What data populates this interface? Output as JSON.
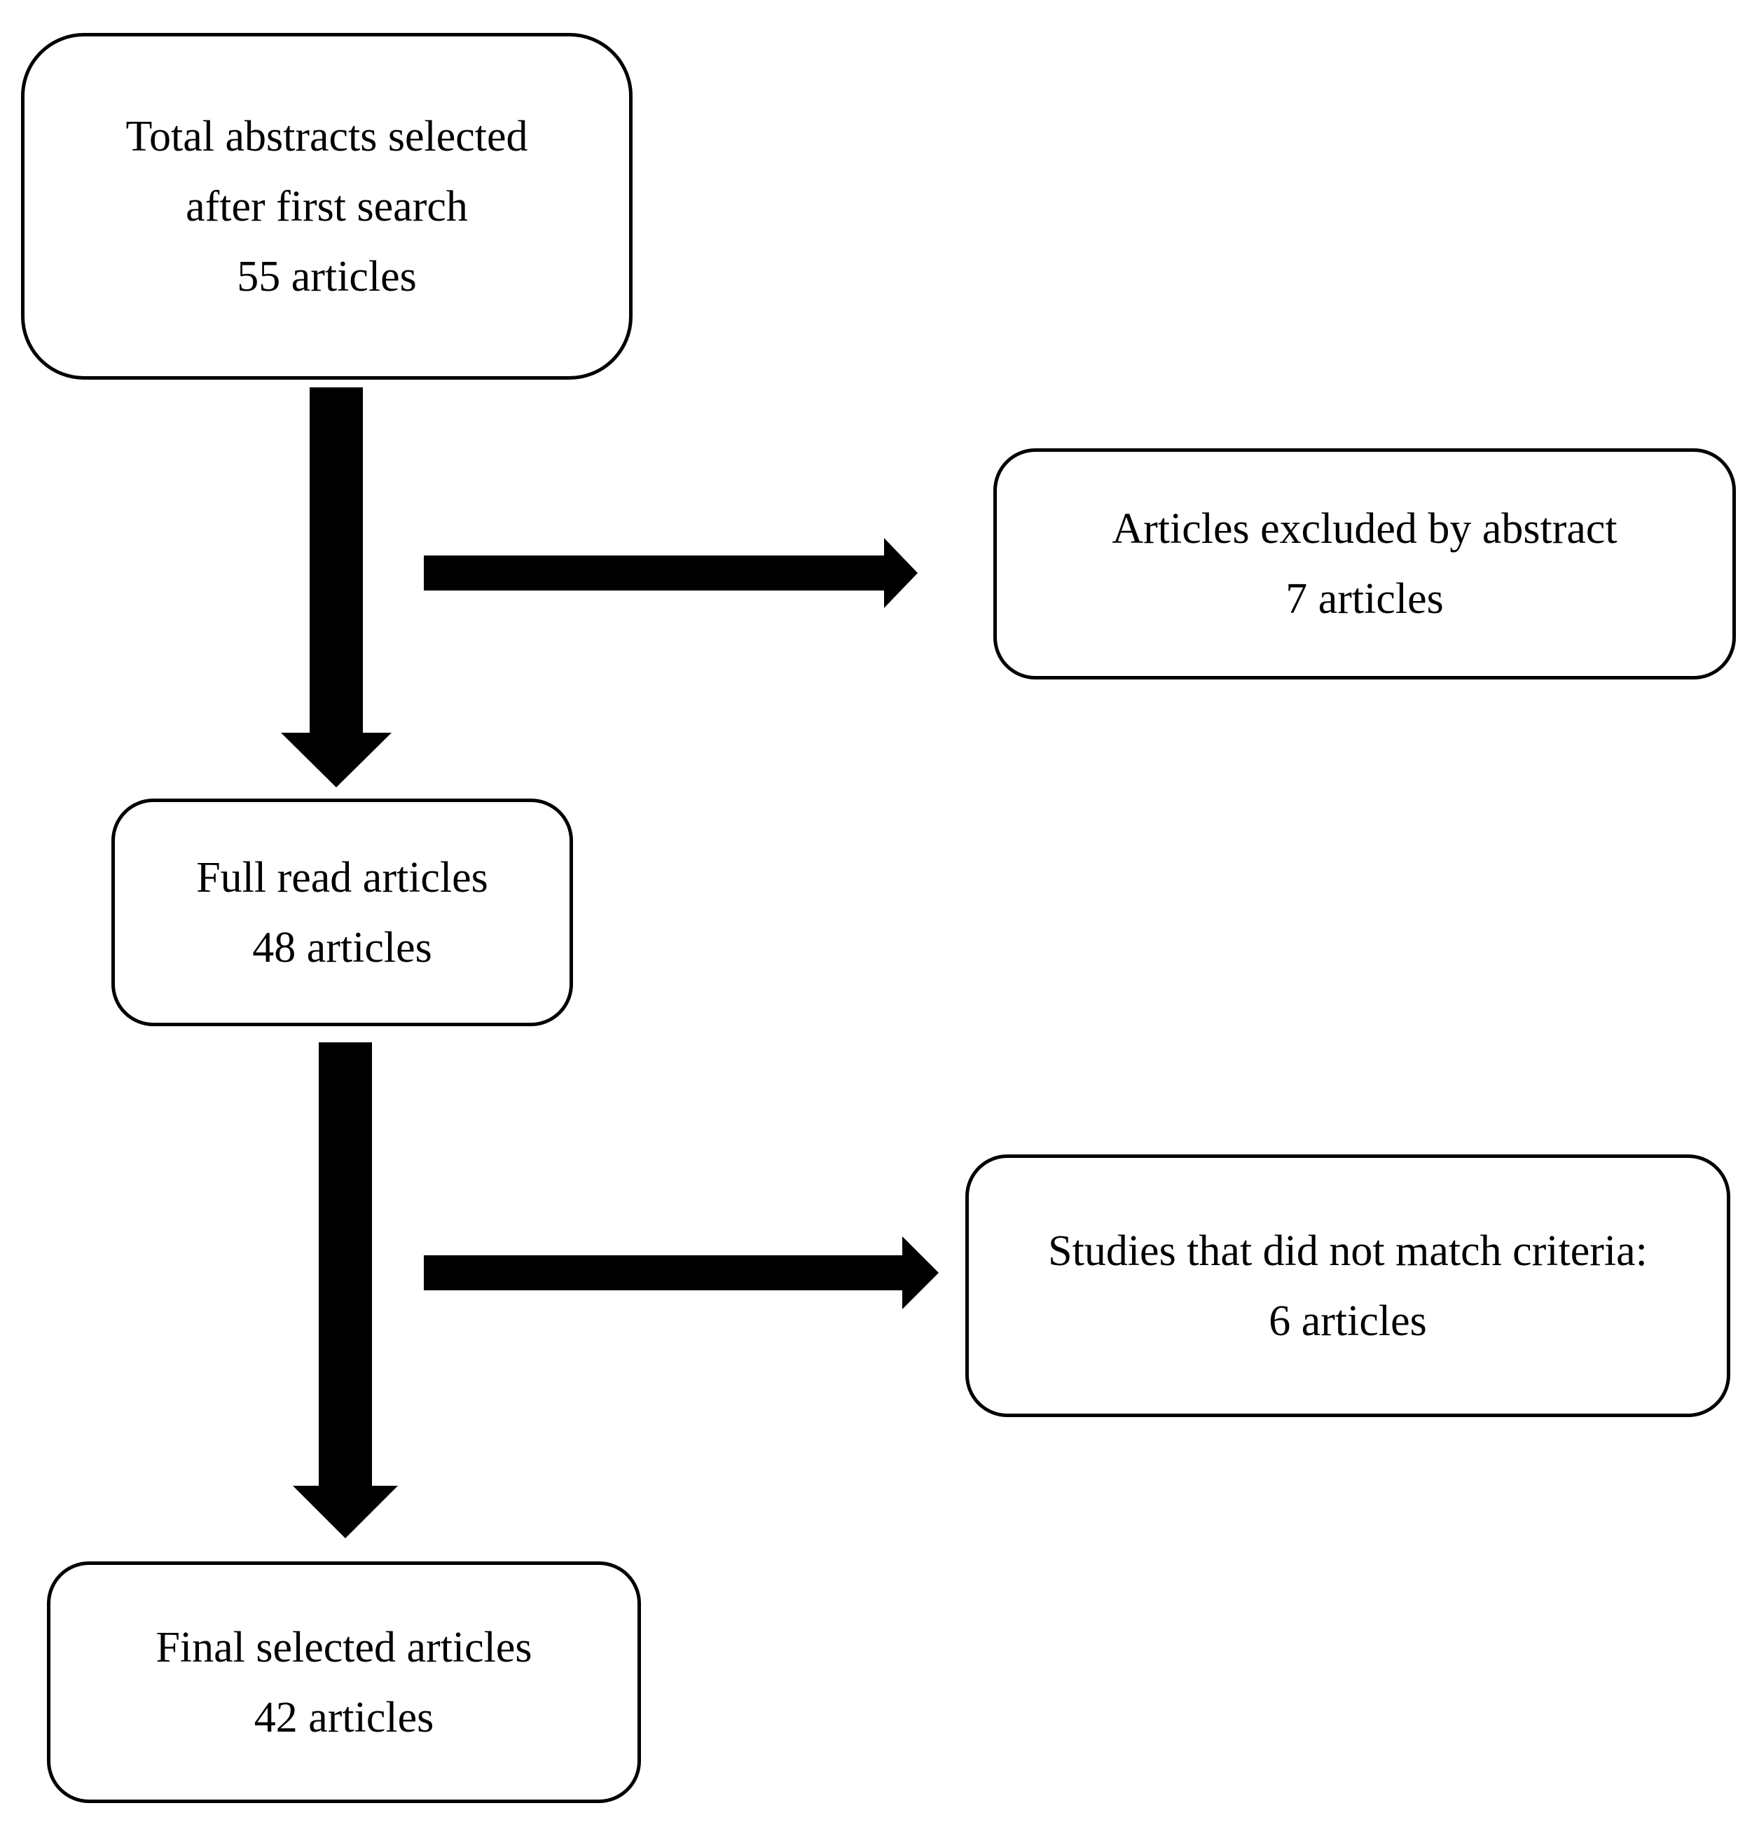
{
  "nodes": {
    "total": {
      "lines": [
        "Total abstracts selected",
        "after first search",
        "55 articles"
      ]
    },
    "excluded": {
      "lines": [
        "Articles excluded by abstract",
        "7 articles"
      ]
    },
    "fullread": {
      "lines": [
        "Full read articles",
        "48 articles"
      ]
    },
    "nomatch": {
      "lines": [
        "Studies that did not match criteria:",
        "6 articles"
      ]
    },
    "final": {
      "lines": [
        "Final selected articles",
        "42 articles"
      ]
    }
  },
  "colors": {
    "stroke": "#000000",
    "background": "#ffffff"
  }
}
